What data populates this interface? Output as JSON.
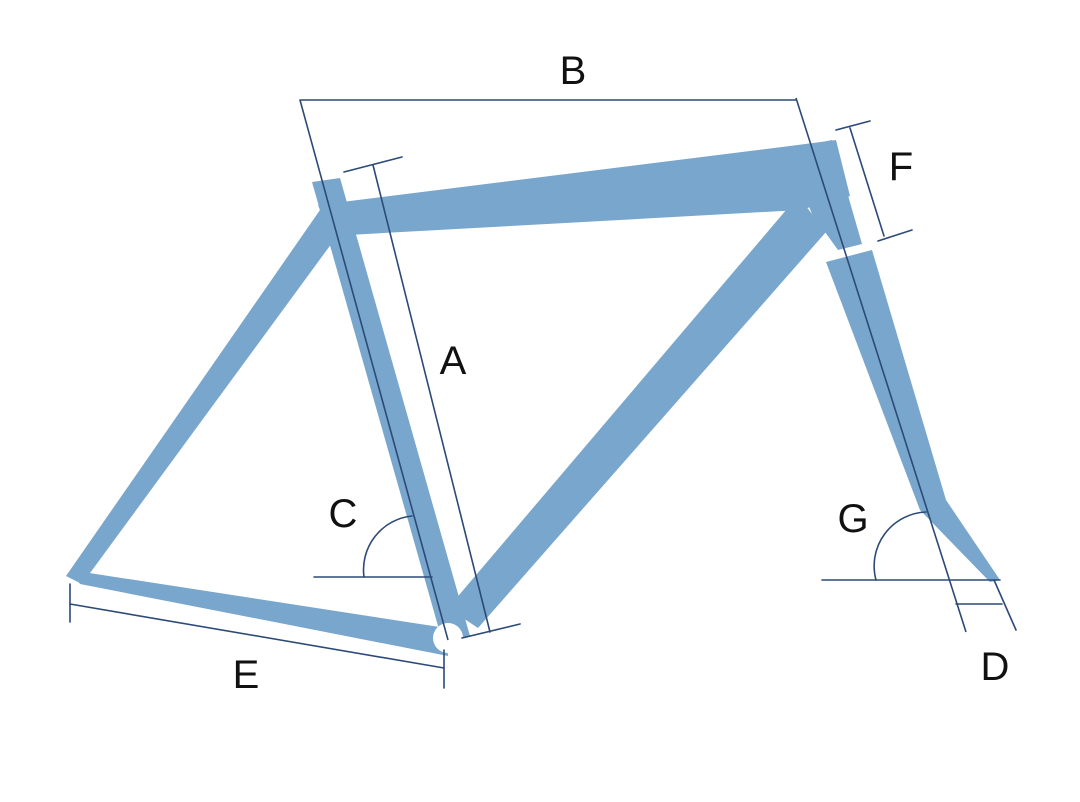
{
  "colors": {
    "tube": "#79a6cc",
    "line": "#2c4a78",
    "label": "#111111",
    "background": "#ffffff",
    "bottom_bracket": "#ffffff"
  },
  "labels": {
    "A": "A",
    "B": "B",
    "C": "C",
    "D": "D",
    "E": "E",
    "F": "F",
    "G": "G"
  }
}
